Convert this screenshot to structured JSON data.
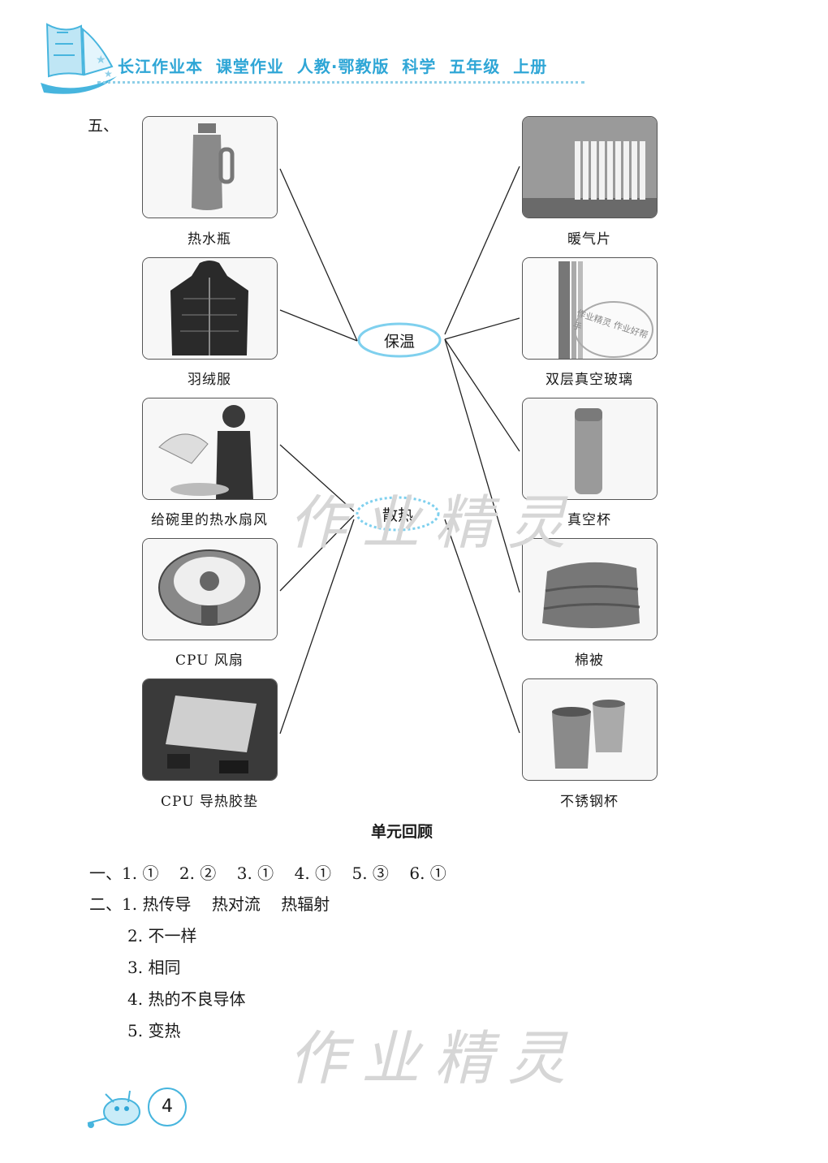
{
  "header": {
    "title": "长江作业本  课堂作业  人教·鄂教版  科学  五年级  上册"
  },
  "section": {
    "label": "五、"
  },
  "left_items": [
    {
      "caption": "热水瓶"
    },
    {
      "caption": "羽绒服"
    },
    {
      "caption": "给碗里的热水扇风"
    },
    {
      "caption": "CPU 风扇"
    },
    {
      "caption": "CPU 导热胶垫"
    }
  ],
  "right_items": [
    {
      "caption": "暖气片"
    },
    {
      "caption": "双层真空玻璃"
    },
    {
      "caption": "真空杯"
    },
    {
      "caption": "棉被"
    },
    {
      "caption": "不锈钢杯"
    }
  ],
  "ovals": {
    "keep_warm": "保温",
    "dissipate": "散热"
  },
  "review": {
    "title": "单元回顾",
    "q1": "一、1. ①    2. ②    3. ①    4. ①    5. ③    6. ①",
    "q2_1": "二、1. 热传导    热对流    热辐射",
    "q2_2": "2. 不一样",
    "q2_3": "3. 相同",
    "q2_4": "4. 热的不良导体",
    "q2_5": "5. 变热"
  },
  "watermark": {
    "text": "作业精灵"
  },
  "stamp": {
    "text": "作业精灵 作业好帮手"
  },
  "page": {
    "number": "4"
  },
  "colors": {
    "accent": "#2fa6d6",
    "oval_stroke": "#7fd0ee",
    "line": "#222222"
  }
}
